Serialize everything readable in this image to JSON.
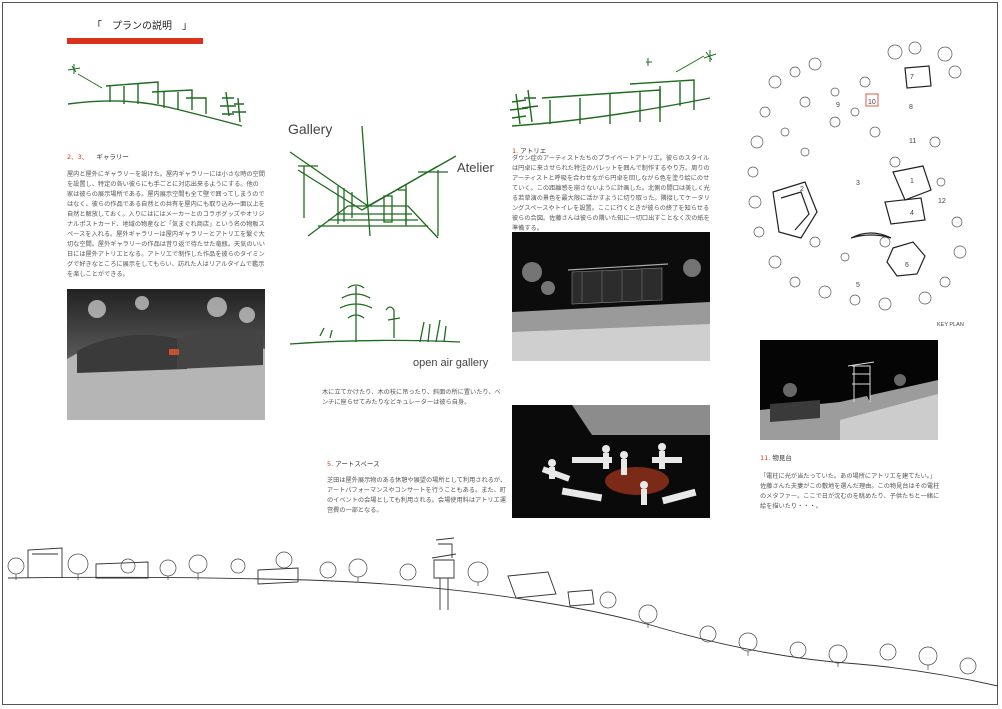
{
  "header": {
    "title": "「　プランの説明　」"
  },
  "gallery_section": {
    "number": "2、3、",
    "heading": "ギャラリー",
    "body": "屋内と屋外にギャラリーを設けた。屋内ギャラリーには小さな時の空間を設置し、特定の各い彼らにも手ごとに対応出来るようにする。他の家は彼らの展示場所である。屋内展示空間も全て壁で囲ってしまうのではなく、彼らの作品である自然との共有を屋内にも取り込み一面以上を自然と解放しておく。入りにはにはメーカーとのコラボグッズやオリジナルポストカード、地域の物産など「気まぐれ商店」という名の物販スペースを入れる。屋外ギャラリーは屋内ギャラリーとアトリエを繋ぐ大切な空間。屋外ギャラリーの作品は昔り返で待たせた竜瓶。天気のいい日には屋外アトリエとなる。アトリエで制作した作品を彼らのタイミングで好きなところに展示をしてもらい、訪れた人はリアルタイムで鑑示を楽しことができる。"
  },
  "sketch_labels": {
    "gallery": "Gallery",
    "atelier": "Atelier",
    "open_air": "open air gallery"
  },
  "open_air_caption": "木に立てかけたり、木の枝に吊ったり、斜面の所に置いたり、ベンチに座らせてみたりなどキュレーターは彼ら自身。",
  "art_space": {
    "number": "5.",
    "heading": "アートスペース",
    "body": "芝田は屋外展示物のある休憩や展望の場所として利用されるが、アートパフォーマンスやコンサートを行うこともある。また、町のイベントの会場としても利用される。会場使用料はアトリエ運営費の一部となる。"
  },
  "atelier_section": {
    "number": "1.",
    "heading": "アトリエ",
    "body": "ダウン症のアーティストたちのプライベートアトリエ。彼らのスタイルは円卓に来させられた特注のパレットを囲んで制作するやり方。周りのアーティストと呼吸を合わせながら円卓を回しながら色を塗り絵にのせていく。この距離感を崩さないように計画した。北側の間口は美しく光る若草演の景色を最大限に活かすように切り取った。隣接してケータリングスペースやトイレを設置。ここに行くときが彼らの終了を知らせる彼らの合図。佐藤さんは彼らの隣いた知に一切口出すことなく次の紙を準備する。"
  },
  "key_plan": {
    "label": "KEY PLAN",
    "numbers": [
      "7",
      "8",
      "9",
      "10",
      "11",
      "1",
      "2",
      "3",
      "4",
      "5",
      "6",
      "12"
    ]
  },
  "lookout": {
    "number": "11.",
    "heading": "物見台",
    "body": "「電柱に光が当たっていた。あの場所にアトリエを建てたい。」佐藤さんた夫妻がこの敷地を選んだ理由。この物見台はその電柱のメタファー。ここで日が沈むのを眺めたり、子供たちと一緒に絵を描いたり・・・。"
  },
  "colors": {
    "accent": "#d8321c",
    "sketch_green": "#1f6b1f"
  }
}
